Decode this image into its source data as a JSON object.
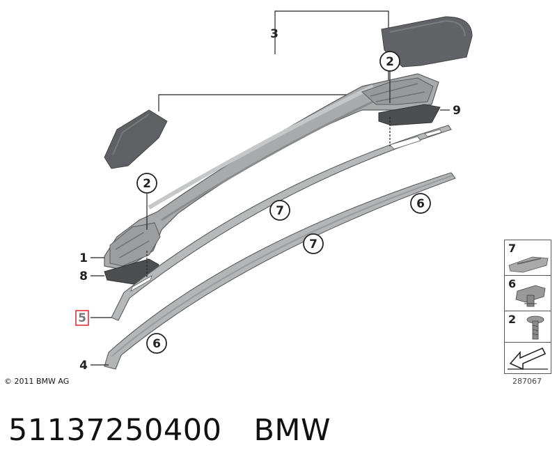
{
  "callouts": {
    "c1": "1",
    "c2a": "2",
    "c2b": "2",
    "c3": "3",
    "c4": "4",
    "c5": "5",
    "c6a": "6",
    "c6b": "6",
    "c7a": "7",
    "c7b": "7",
    "c8": "8",
    "c9": "9"
  },
  "legend": {
    "items": [
      {
        "number": "7",
        "icon": "clip-icon"
      },
      {
        "number": "6",
        "icon": "fastener-clip-icon"
      },
      {
        "number": "2",
        "icon": "screw-icon"
      }
    ],
    "arrow_icon": "next-arrow-icon"
  },
  "copyright": "© 2011 BMW AG",
  "diagram_id": "287067",
  "footer": {
    "part_number": "51137250400",
    "brand": "BMW"
  },
  "colors": {
    "rail": "#a9aaab",
    "rail_dark": "#7b7c7e",
    "cap": "#6a6b6e",
    "pad": "#555658",
    "highlight": "#e0202a"
  }
}
